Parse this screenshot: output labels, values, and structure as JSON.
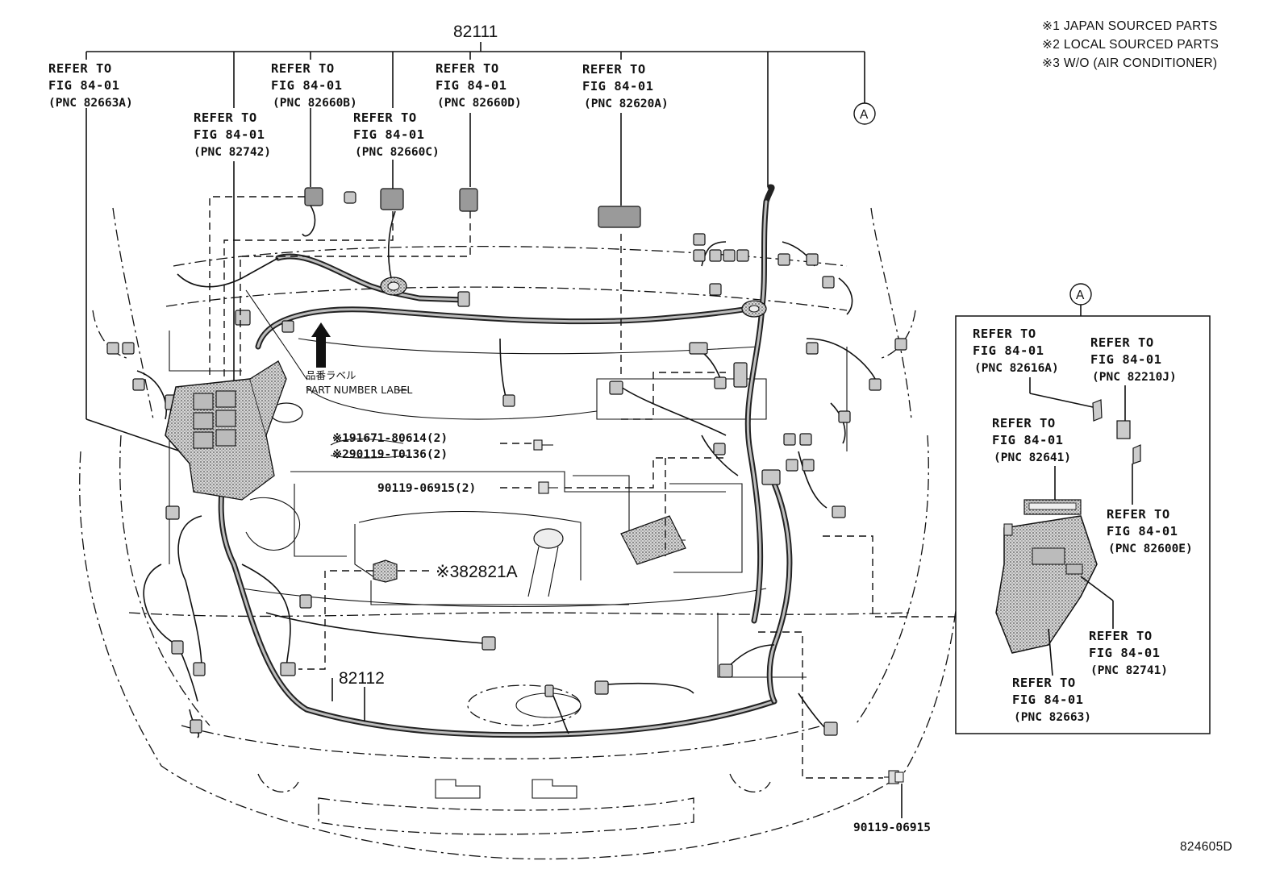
{
  "notes": [
    "※1 JAPAN SOURCED PARTS",
    "※2 LOCAL SOURCED PARTS",
    "※3 W/O (AIR CONDITIONER)"
  ],
  "main_part": "82111",
  "refer_labels": [
    {
      "line1": "REFER TO",
      "line2": "FIG 84-01",
      "line3": "(PNC 82663A)"
    },
    {
      "line1": "REFER TO",
      "line2": "FIG 84-01",
      "line3": "(PNC 82742)"
    },
    {
      "line1": "REFER TO",
      "line2": "FIG 84-01",
      "line3": "(PNC 82660B)"
    },
    {
      "line1": "REFER TO",
      "line2": "FIG 84-01",
      "line3": "(PNC 82660C)"
    },
    {
      "line1": "REFER TO",
      "line2": "FIG 84-01",
      "line3": "(PNC 82660D)"
    },
    {
      "line1": "REFER TO",
      "line2": "FIG 84-01",
      "line3": "(PNC 82620A)"
    }
  ],
  "callout_a": "A",
  "inset": {
    "callout": "A",
    "refer_labels": [
      {
        "line1": "REFER TO",
        "line2": "FIG 84-01",
        "line3": "(PNC 82616A)"
      },
      {
        "line1": "REFER TO",
        "line2": "FIG 84-01",
        "line3": "(PNC 82210J)"
      },
      {
        "line1": "REFER TO",
        "line2": "FIG 84-01",
        "line3": "(PNC 82641)"
      },
      {
        "line1": "REFER TO",
        "line2": "FIG 84-01",
        "line3": "(PNC 82600E)"
      },
      {
        "line1": "REFER TO",
        "line2": "FIG 84-01",
        "line3": "(PNC 82741)"
      },
      {
        "line1": "REFER TO",
        "line2": "FIG 84-01",
        "line3": "(PNC 82663)"
      }
    ]
  },
  "part_number_label_jp": "品番ラベル",
  "part_number_label_en": "PART NUMBER LABEL",
  "fasteners": [
    "※191671-80614(2)",
    "※290119-T0136(2)",
    "90119-06915(2)"
  ],
  "clip_part": "※382821A",
  "lower_harness": "82112",
  "bottom_bolt": "90119-06915",
  "diagram_id": "824605D"
}
